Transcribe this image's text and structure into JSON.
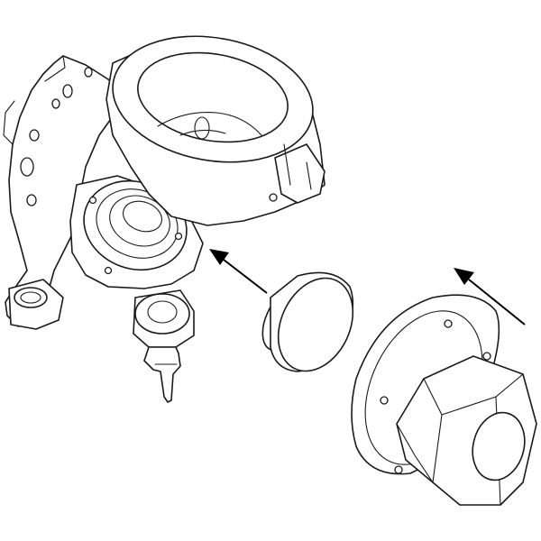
{
  "figure": {
    "background": "#ffffff",
    "line_color": "#1a1a1a",
    "parts": [
      "steering-knuckle",
      "dust-seal",
      "seal-installer-tool"
    ],
    "arrows": [
      "installation-direction-arrow",
      "installation-direction-arrow"
    ]
  }
}
